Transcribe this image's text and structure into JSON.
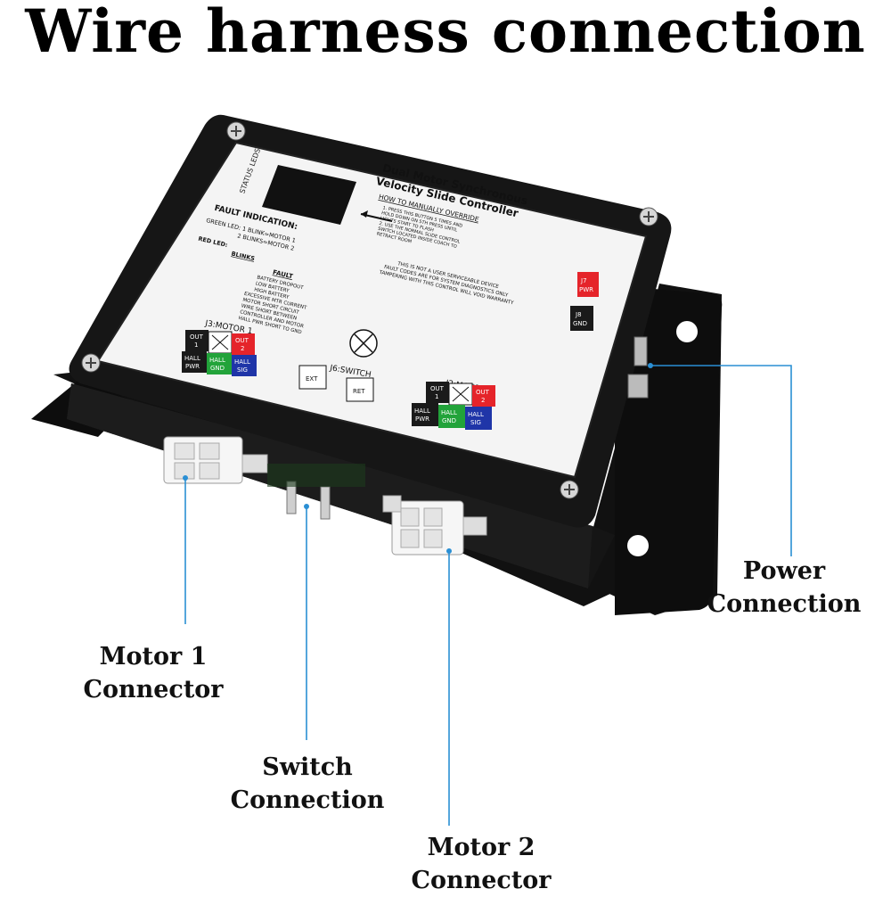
{
  "title": "Wire harness connection",
  "device": {
    "status_leds": "STATUS LEDS",
    "heading_1": "Dual Motor Synchronous",
    "heading_2": "Velocity Slide Controller",
    "override_heading": "HOW TO MANUALLY OVERRIDE",
    "override_lines": [
      "1. PRESS THIS BUTTON 5 TIMES AND",
      "HOLD DOWN ON 5TH PRESS UNTIL",
      "LIGHTS START TO FLASH",
      "2. USE THE NORMAL SLIDE CONTROL",
      "SWITCH LOCATED INSIDE COACH TO",
      "RETRACT ROOM"
    ],
    "fault_indication": "FAULT INDICATION:",
    "green_led": "GREEN LED: 1 BLINK=MOTOR 1",
    "green_led_2": "2 BLINKS=MOTOR 2",
    "red_led": "RED LED:",
    "blinks_header": "BLINKS",
    "fault_header": "FAULT",
    "fault_codes": [
      "BATTERY DROPOUT",
      "LOW BATTERY",
      "HIGH BATTERY",
      "EXCESSIVE MTR CURRENT",
      "MOTOR SHORT CIRCUIT",
      "WIRE SHORT BETWEEN",
      "CONTROLLER AND MOTOR",
      "HALL PWR SHORT TO GND"
    ],
    "warning_lines": [
      "THIS IS NOT A USER SERVICEABLE DEVICE",
      "FAULT CODES ARE FOR SYSTEM DIAGNOSTICS ONLY",
      "TAMPERING WITH THIS CONTROL WILL VOID WARRANTY"
    ],
    "j7_label": "J7",
    "j7_sub": "PWR",
    "j8_label": "J8",
    "j8_sub": "GND",
    "j3_label": "J3:MOTOR 1",
    "j2_label": "J2:MOTOR 2",
    "j6_label": "J6:SWITCH",
    "ext_label": "EXT",
    "ret_label": "RET",
    "pin_out1": "OUT",
    "pin_out1_n": "1",
    "pin_out2": "OUT",
    "pin_out2_n": "2",
    "pin_hall": "HALL",
    "pin_pwr": "PWR",
    "pin_gnd": "GND",
    "pin_sig": "SIG",
    "colors": {
      "red": "#e5242a",
      "green": "#22a33a",
      "blue": "#1f35a8",
      "black": "#1a1a1a",
      "leader": "#2a8fd4"
    }
  },
  "callouts": {
    "power_1": "Power",
    "power_2": "Connection",
    "motor1_1": "Motor 1",
    "motor1_2": "Connector",
    "switch_1": "Switch",
    "switch_2": "Connection",
    "motor2_1": "Motor 2",
    "motor2_2": "Connector"
  }
}
